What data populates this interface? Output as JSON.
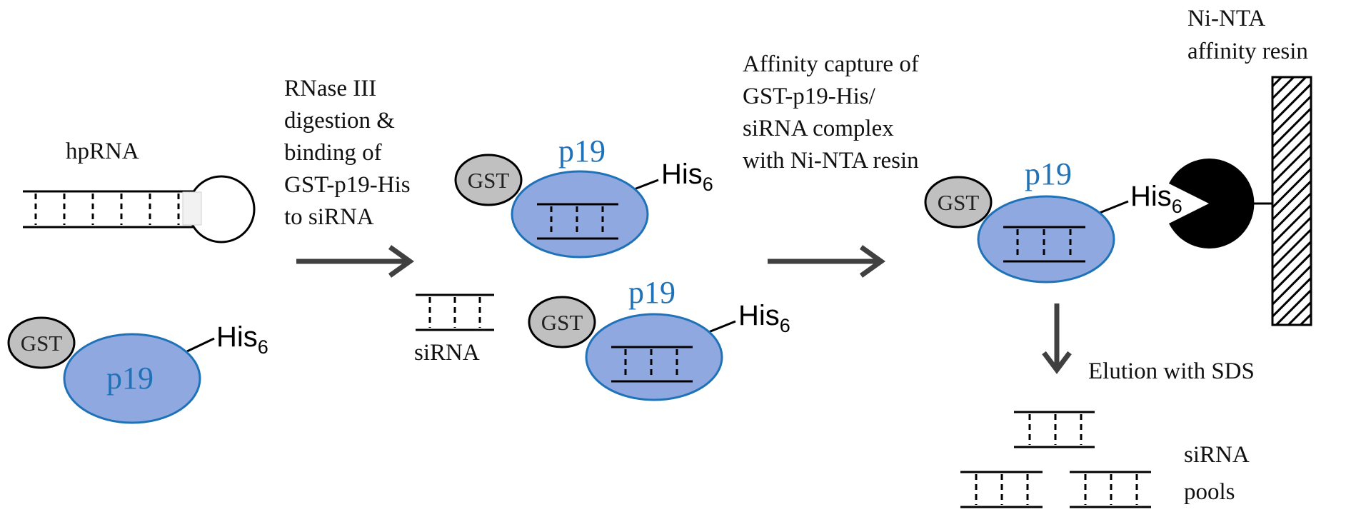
{
  "colors": {
    "p19_fill": "#8fa9e0",
    "p19_stroke": "#1f72b8",
    "p19_text": "#1f72b8",
    "gst_fill": "#c0c0c0",
    "arrow": "#404040",
    "ink": "#000000"
  },
  "labels": {
    "hprna": "hpRNA",
    "gst": "GST",
    "p19": "p19",
    "his": "His",
    "his_subscript": "6",
    "sirna": "siRNA"
  },
  "steps": {
    "step1_lines": [
      "RNase III",
      "digestion &",
      "binding of",
      "GST-p19-His",
      "to siRNA"
    ],
    "step2_lines": [
      "Affinity capture of",
      "GST-p19-His/",
      "siRNA complex",
      "with Ni-NTA resin"
    ],
    "resin_lines": [
      "Ni-NTA",
      "affinity resin"
    ],
    "elution": "Elution with SDS",
    "pools_lines": [
      "siRNA",
      "pools"
    ]
  }
}
